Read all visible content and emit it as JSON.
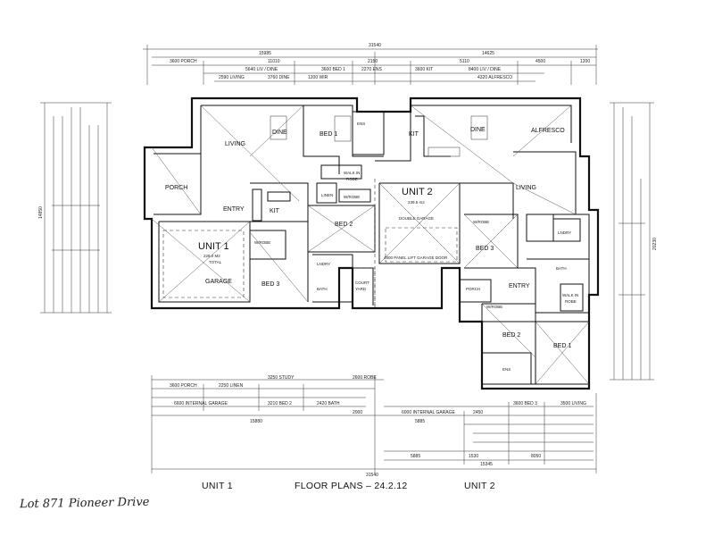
{
  "captions": {
    "unit1": "UNIT 1",
    "floor_plans": "FLOOR PLANS – 24.2.12",
    "unit2": "UNIT 2",
    "handwritten": "Lot 871 Pioneer Drive"
  },
  "units": {
    "unit1": {
      "name": "UNIT 1",
      "area": "228.0 M2",
      "total": "TOTAL"
    },
    "unit2": {
      "name": "UNIT 2",
      "area": "239.5 m2"
    }
  },
  "rooms": {
    "u1_living": "LIVING",
    "u1_dine": "DINE",
    "u1_bed1": "BED 1",
    "u1_ens": "ENS",
    "u1_walkin": "WALK IN",
    "u1_robe": "ROBE",
    "u1_porch": "PORCH",
    "u1_entry": "ENTRY",
    "u1_kit": "KIT",
    "u1_linen": "LINEN",
    "u1_wrobe": "W/ROBE",
    "u1_bed2": "BED 2",
    "u1_garage": "GARAGE",
    "u1_bed3": "BED 3",
    "u1_lndry": "LNDRY",
    "u1_bath": "BATH",
    "u1_courtyard1": "COURT",
    "u1_courtyard2": "YARD",
    "u2_kit": "KIT",
    "u2_dine": "DINE",
    "u2_alfresco": "ALFRESCO",
    "u2_living": "LIVING",
    "u2_double_garage": "DOUBLE GARAGE",
    "u2_bed3": "BED 3",
    "u2_wrobe": "W/ROBE",
    "u2_lndry": "LNDRY",
    "u2_bath": "BATH",
    "u2_walkin": "WALK IN",
    "u2_robe": "ROBE",
    "u2_entry": "ENTRY",
    "u2_porch": "PORCH",
    "u2_wrobe2": "W/ROBE",
    "u2_bed2": "BED 2",
    "u2_ens": "ENS",
    "u2_bed1": "BED 1"
  },
  "dimensions": {
    "top_total": "31540",
    "top_left": "15985",
    "top_right": "14625",
    "top_a1": "3600 PORCH",
    "top_a2": "11010",
    "top_a3": "2150",
    "top_a4": "5110",
    "top_a5": "4500",
    "top_a6": "1200",
    "top_b1": "5640 LIV / DINE",
    "top_b2": "3600 BED 1",
    "top_b3": "2270 ENS",
    "top_b4": "3600 KIT",
    "top_b5": "8400 LIV / DINE",
    "top_c1": "2590 LIVING",
    "top_c2": "3760 DINE",
    "top_c3": "1200 WIR",
    "top_c4": "4320 ALFRESCO",
    "bot_total": "31540",
    "bot_left": "15880",
    "bot_right": "15345",
    "bot_a1": "3600 PORCH",
    "bot_a2": "2250 LINEN",
    "bot_a3": "3250 STUDY",
    "bot_a4": "2600 ROBE",
    "bot_b1": "6600 INTERNAL GARAGE",
    "bot_b2": "3210 BED 2",
    "bot_b3": "2420 BATH",
    "bot_c1": "2000",
    "bot_c2": "6000 INTERNAL GARAGE",
    "bot_c3": "2450",
    "bot_c4": "3600 BED 3",
    "bot_c5": "3500 LIVING",
    "bot_d1": "5885",
    "bot_d2": "1530",
    "bot_d3": "8050",
    "left_total": "14850",
    "right_total": "20230",
    "garage_note": "4800 PANEL LIFT GARAGE DOOR"
  }
}
